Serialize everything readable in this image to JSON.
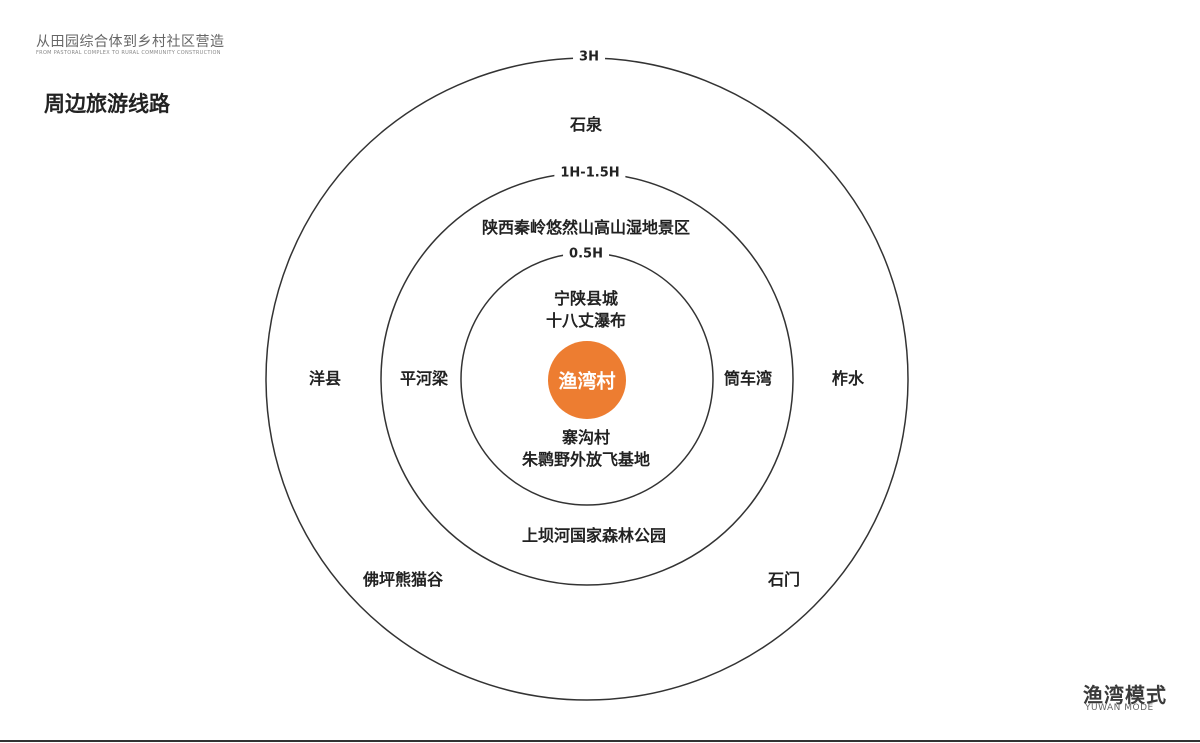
{
  "header": {
    "title": "从田园综合体到乡村社区营造",
    "subtitle": "FROM PASTORAL COMPLEX TO RURAL COMMUNITY CONSTRUCTION"
  },
  "page_title": "周边旅游线路",
  "diagram": {
    "center_label": "渔湾村",
    "center_color": "#ED7D31",
    "rings": {
      "inner": "0.5H",
      "middle": "1H-1.5H",
      "outer": "3H"
    },
    "inner_zone": {
      "top_line1": "宁陕县城",
      "top_line2": "十八丈瀑布",
      "bottom_line1": "寨沟村",
      "bottom_line2": "朱鹮野外放飞基地"
    },
    "middle_zone": {
      "top": "陕西秦岭悠然山高山湿地景区",
      "left": "平河梁",
      "right": "筒车湾",
      "bottom": "上坝河国家森林公园"
    },
    "outer_zone": {
      "top": "石泉",
      "left": "洋县",
      "right": "柞水",
      "bottom_left": "佛坪熊猫谷",
      "bottom_right": "石门"
    }
  },
  "brand": {
    "name": "渔湾模式",
    "sub": "YUWAN MODE"
  }
}
